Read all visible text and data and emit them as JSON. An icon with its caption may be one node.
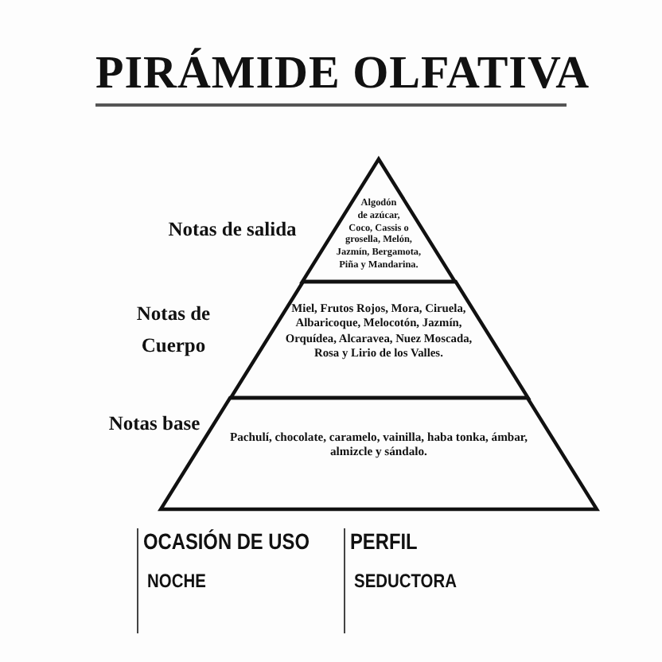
{
  "diagram": {
    "title": "PIRÁMIDE OLFATIVA",
    "nodes": [
      {
        "text": [
          "Algodón de azúcar, Coco, Cassis o grosella, Melón, Jazmín, Bergamota, Piña y Mandarina."
        ],
        "beside": [
          "Notas de salida"
        ]
      },
      {
        "text": [
          "Miel, Frutos Rojos, Mora, Ciruela, Albaricoque, Melocotón, Jazmín, Orquídea, Alcaravea, Nuez Moscada, Rosa y Lirio de los Valles."
        ],
        "beside": [
          "Notas de Cuerpo"
        ]
      },
      {
        "text": [
          "Pachulí, chocolate, caramelo, vainilla, haba tonka, ámbar, almizcle y sándalo."
        ],
        "beside": [
          "Notas base"
        ]
      }
    ],
    "labels": [
      "OCASIÓN DE USO",
      "NOCHE",
      "PERFIL",
      "SEDUCTORA"
    ]
  }
}
